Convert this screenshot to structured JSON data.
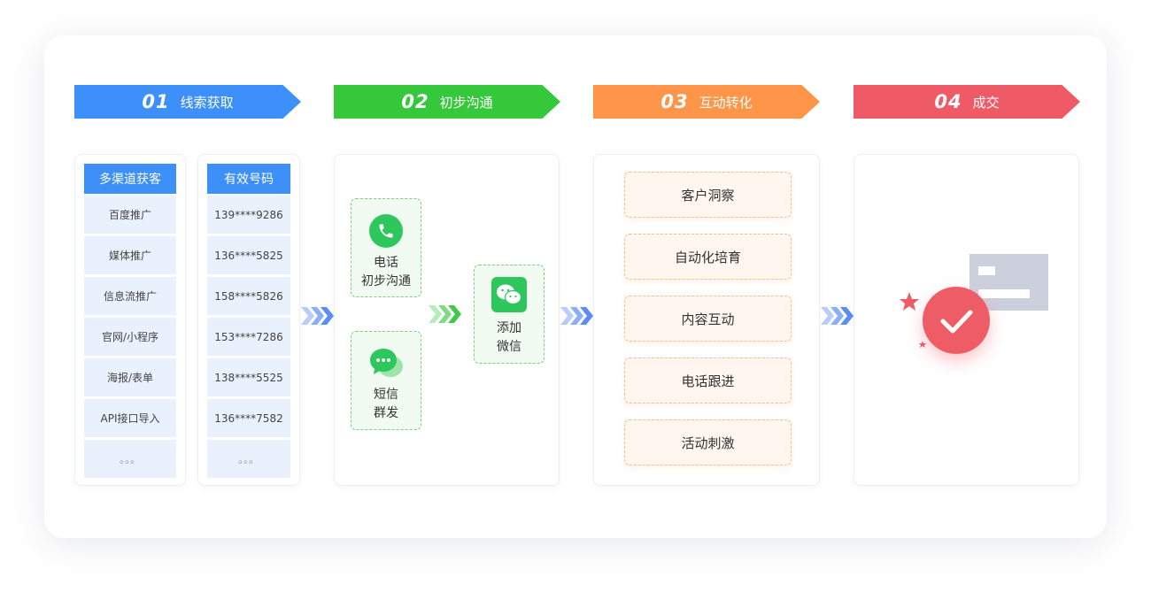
{
  "stages": [
    {
      "num": "01",
      "label": "线索获取",
      "color": "#3d8ff9"
    },
    {
      "num": "02",
      "label": "初步沟通",
      "color": "#35c83a"
    },
    {
      "num": "03",
      "label": "互动转化",
      "color": "#ff9548"
    },
    {
      "num": "04",
      "label": "成交",
      "color": "#ee5b66"
    }
  ],
  "stage1": {
    "channels": {
      "header": "多渠道获客",
      "items": [
        "百度推广",
        "媒体推广",
        "信息流推广",
        "官网/小程序",
        "海报/表单",
        "API接口导入",
        "。。。"
      ]
    },
    "numbers": {
      "header": "有效号码",
      "items": [
        "139****9286",
        "136****5825",
        "158****5826",
        "153****7286",
        "138****5525",
        "136****7582",
        "。。。"
      ]
    }
  },
  "stage2": {
    "phone": {
      "line1": "电话",
      "line2": "初步沟通",
      "icon": "phone-icon"
    },
    "sms": {
      "line1": "短信",
      "line2": "群发",
      "icon": "chat-bubble-icon"
    },
    "wechat": {
      "line1": "添加",
      "line2": "微信",
      "icon": "wechat-icon"
    }
  },
  "stage3": {
    "items": [
      "客户洞察",
      "自动化培育",
      "内容互动",
      "电话跟进",
      "活动刺激"
    ]
  },
  "stage4": {
    "icon": "check-badge-icon"
  }
}
